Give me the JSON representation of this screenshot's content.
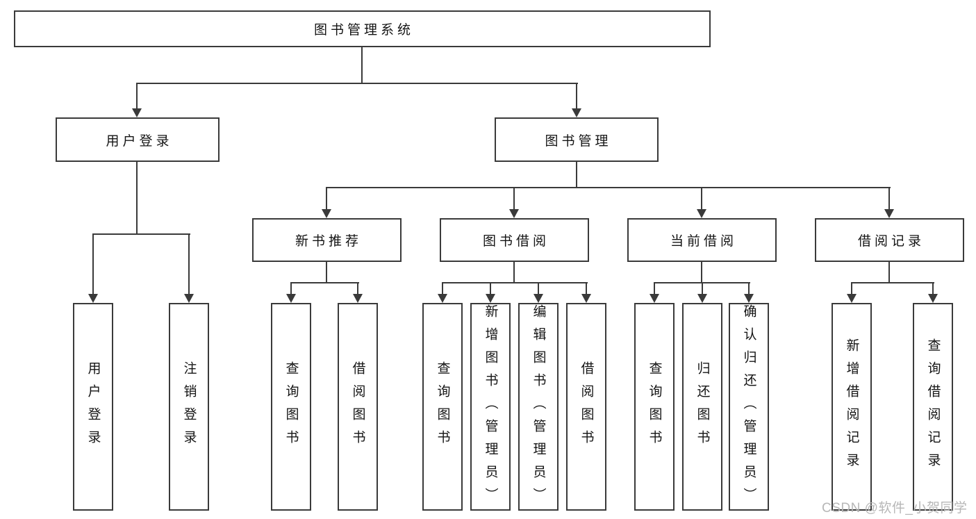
{
  "tree": {
    "root": {
      "label": "图书管理系统"
    },
    "children": [
      {
        "label": "用户登录",
        "children": [
          {
            "label": "用户登录"
          },
          {
            "label": "注销登录"
          }
        ]
      },
      {
        "label": "图书管理",
        "children": [
          {
            "label": "新书推荐",
            "children": [
              {
                "label": "查询图书"
              },
              {
                "label": "借阅图书"
              }
            ]
          },
          {
            "label": "图书借阅",
            "children": [
              {
                "label": "查询图书"
              },
              {
                "label": "新增图书（管理员）"
              },
              {
                "label": "编辑图书（管理员）"
              },
              {
                "label": "借阅图书"
              }
            ]
          },
          {
            "label": "当前借阅",
            "children": [
              {
                "label": "查询图书"
              },
              {
                "label": "归还图书"
              },
              {
                "label": "确认归还（管理员）"
              }
            ]
          },
          {
            "label": "借阅记录",
            "children": [
              {
                "label": "新增借阅记录"
              },
              {
                "label": "查询借阅记录"
              }
            ]
          }
        ]
      }
    ]
  },
  "watermark": {
    "text": "CSDN @软件_小贺同学"
  },
  "colors": {
    "line": "#3a3a3a",
    "box_border": "#3a3a3a",
    "text": "#141414",
    "watermark": "#b7b7b7",
    "background": "#ffffff"
  }
}
